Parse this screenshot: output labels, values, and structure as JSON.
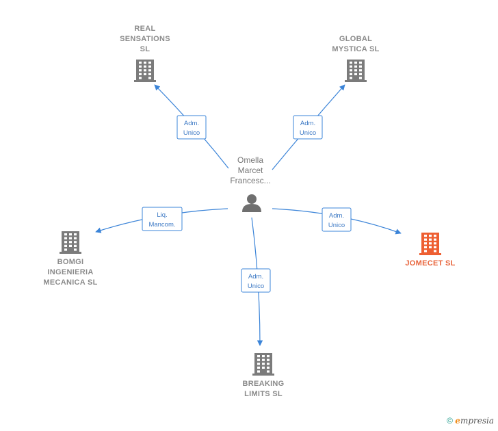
{
  "center": {
    "label": [
      "Omella",
      "Marcet",
      "Francesc..."
    ],
    "icon": "person-icon"
  },
  "companies": [
    {
      "id": "real-sensations",
      "label": [
        "REAL",
        "SENSATIONS",
        "SL"
      ],
      "icon": "building-icon",
      "highlight": false
    },
    {
      "id": "global-mystica",
      "label": [
        "GLOBAL",
        "MYSTICA  SL"
      ],
      "icon": "building-icon",
      "highlight": false
    },
    {
      "id": "bomgi",
      "label": [
        "BOMGI",
        "INGENIERIA",
        "MECANICA SL"
      ],
      "icon": "building-icon",
      "highlight": false
    },
    {
      "id": "jomecet",
      "label": [
        "JOMECET  SL"
      ],
      "icon": "building-icon",
      "highlight": true
    },
    {
      "id": "breaking-limits",
      "label": [
        "BREAKING",
        "LIMITS  SL"
      ],
      "icon": "building-icon",
      "highlight": false
    }
  ],
  "relations": [
    {
      "to": "real-sensations",
      "role": [
        "Adm.",
        "Unico"
      ]
    },
    {
      "to": "global-mystica",
      "role": [
        "Adm.",
        "Unico"
      ]
    },
    {
      "to": "bomgi",
      "role": [
        "Liq.",
        "Mancom."
      ]
    },
    {
      "to": "jomecet",
      "role": [
        "Adm.",
        "Unico"
      ]
    },
    {
      "to": "breaking-limits",
      "role": [
        "Adm.",
        "Unico"
      ]
    }
  ],
  "colors": {
    "edge": "#3b84d8",
    "building": "#7b7b7b",
    "building_highlight": "#ee5f32",
    "person": "#6f6f6f"
  },
  "footer": {
    "copyright": "©",
    "brand_initial": "e",
    "brand_rest": "mpresia"
  }
}
